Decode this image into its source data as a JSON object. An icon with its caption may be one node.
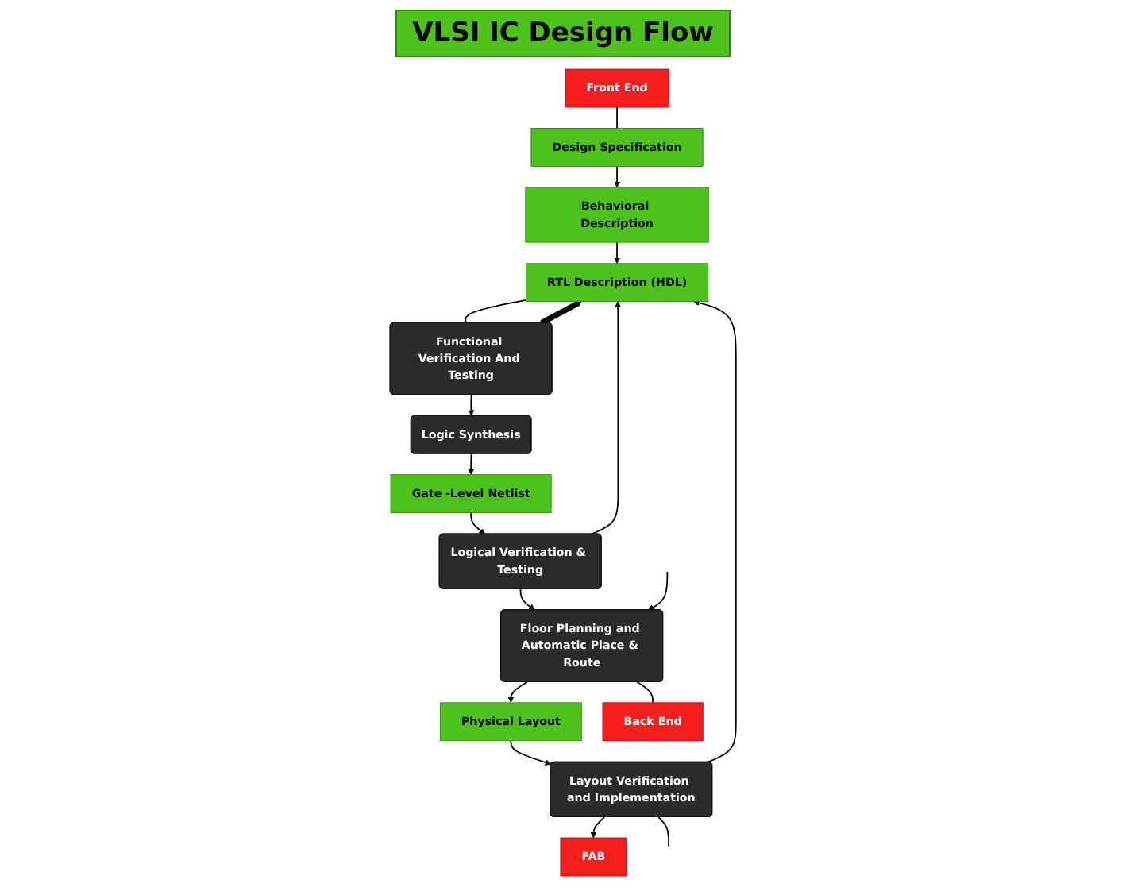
{
  "diagram": {
    "title": "VLSI IC Design Flow",
    "nodes": [
      {
        "text": [
          "Front End"
        ]
      },
      {
        "text": [
          "Design Specification"
        ]
      },
      {
        "text": [
          "Behavioral Description"
        ]
      },
      {
        "text": [
          "RTL Description (HDL)"
        ]
      },
      {
        "text": [
          "Functional Verification And Testing"
        ]
      },
      {
        "text": [
          "Logic Synthesis"
        ]
      },
      {
        "text": [
          "Gate -Level Netlist"
        ]
      },
      {
        "text": [
          "Logical Verification & Testing"
        ]
      },
      {
        "text": [
          "Floor Planning and Automatic Place & Route"
        ]
      },
      {
        "text": [
          "Physical Layout"
        ]
      },
      {
        "text": [
          "Layout Verification and Implementation"
        ]
      },
      {
        "text": [
          "FAB"
        ]
      },
      {
        "text": [
          "Back End"
        ]
      }
    ],
    "edges": [
      {
        "from": 0,
        "to": 1,
        "arrow": "none"
      },
      {
        "from": 1,
        "to": 2,
        "arrow": "to"
      },
      {
        "from": 2,
        "to": 3,
        "arrow": "to"
      },
      {
        "from": 3,
        "to": 4,
        "arrow": "none"
      },
      {
        "from": 4,
        "to": 3,
        "arrow": "to",
        "style": "thick"
      },
      {
        "from": 4,
        "to": 5,
        "arrow": "to"
      },
      {
        "from": 5,
        "to": 6,
        "arrow": "to"
      },
      {
        "from": 6,
        "to": 7,
        "arrow": "to"
      },
      {
        "from": 7,
        "to": 8,
        "arrow": "to"
      },
      {
        "from": 8,
        "to": 9,
        "arrow": "to"
      },
      {
        "from": 9,
        "to": 10,
        "arrow": "to"
      },
      {
        "from": 7,
        "to": 3,
        "arrow": "to"
      },
      {
        "from": 10,
        "to": 3,
        "arrow": "to"
      },
      {
        "from": 10,
        "to": 11,
        "arrow": "to"
      },
      {
        "from": 10,
        "to": null,
        "arrow": "none"
      },
      {
        "from": null,
        "to": 8,
        "arrow": "to"
      },
      {
        "from": 8,
        "to": 12,
        "arrow": "none"
      }
    ]
  }
}
